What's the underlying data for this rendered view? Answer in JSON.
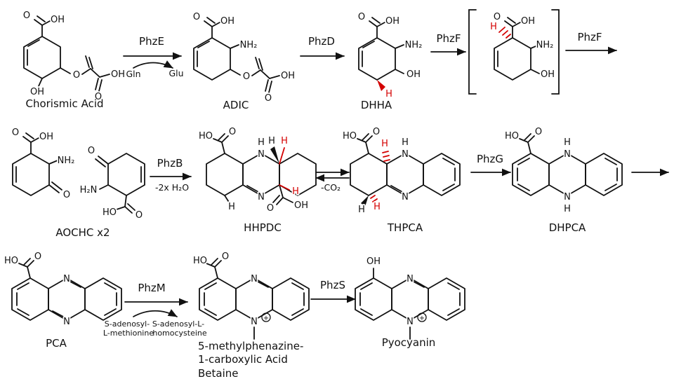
{
  "colors": {
    "ink": "#111111",
    "highlight": "#d40000",
    "background": "#ffffff"
  },
  "compounds": {
    "chorismic": {
      "label": "Chorismic Acid",
      "atoms": {
        "cooh_o": "O",
        "cooh_oh": "OH",
        "ring_oh": "OH",
        "ether_o": "O",
        "acid_oh": "OH",
        "acid_o": "O"
      }
    },
    "adic": {
      "label": "ADIC",
      "atoms": {
        "cooh_o": "O",
        "cooh_oh": "OH",
        "nh2": "NH₂",
        "ether_o": "O",
        "acid_oh": "OH",
        "acid_o": "O"
      }
    },
    "dhha": {
      "label": "DHHA",
      "atoms": {
        "cooh_o": "O",
        "cooh_oh": "OH",
        "nh2": "NH₂",
        "oh": "OH",
        "h_red": "H"
      }
    },
    "intermediate": {
      "atoms": {
        "cooh_o": "O",
        "cooh_oh": "OH",
        "h_red": "H",
        "nh2": "NH₂",
        "oh": "OH"
      }
    },
    "aochc": {
      "label": "AOCHC x2",
      "a": {
        "cooh_o": "O",
        "cooh_oh": "OH",
        "nh2": "NH₂",
        "ketone_o": "O"
      },
      "b": {
        "ketone_o": "O",
        "h2n": "H₂N",
        "cooh_ho": "HO",
        "cooh_o": "O"
      }
    },
    "hhpdc": {
      "label": "HHPDC",
      "atoms": {
        "cooh1_ho": "HO",
        "cooh1_o": "O",
        "n_top": "N",
        "nh_h": "H",
        "n_bottom": "N",
        "h_top": "H",
        "h_top_red": "H",
        "h_right_red": "H",
        "cooh2_o": "O",
        "cooh2_oh": "OH",
        "h_bottom": "H"
      }
    },
    "thpca": {
      "label": "THPCA",
      "atoms": {
        "cooh_ho": "HO",
        "cooh_o": "O",
        "n_top": "N",
        "nh_h": "H",
        "n_bottom": "N",
        "h_top_red": "H",
        "h_bottom": "H",
        "h_bottom_red": "H"
      }
    },
    "dhpca": {
      "label": "DHPCA",
      "atoms": {
        "cooh_ho": "HO",
        "cooh_o": "O",
        "n_top": "N",
        "nh_top_h": "H",
        "n_bottom": "N",
        "nh_bottom_h": "H"
      }
    },
    "pca": {
      "label": "PCA",
      "atoms": {
        "cooh_ho": "HO",
        "cooh_o": "O",
        "n_top": "N",
        "n_bottom": "N"
      }
    },
    "mpca": {
      "label_lines": [
        "5-methylphenazine-",
        "1-carboxylic Acid",
        "Betaine"
      ],
      "atoms": {
        "cooh_ho": "HO",
        "cooh_o": "O",
        "n_top": "N",
        "n_bottom": "N",
        "charge": "+"
      }
    },
    "pyocyanin": {
      "label": "Pyocyanin",
      "atoms": {
        "oh": "OH",
        "n_top": "N",
        "n_bottom": "N",
        "charge": "+"
      }
    }
  },
  "reactions": {
    "phzE": {
      "enzyme": "PhzE",
      "cofactor_in": "Gln",
      "cofactor_out": "Glu"
    },
    "phzD": {
      "enzyme": "PhzD"
    },
    "phzF1": {
      "enzyme": "PhzF"
    },
    "phzF2": {
      "enzyme": "PhzF"
    },
    "phzB": {
      "enzyme": "PhzB",
      "byproduct": "-2x H₂O"
    },
    "decarboxylation": {
      "byproduct": "-CO₂"
    },
    "phzG": {
      "enzyme": "PhzG"
    },
    "phzM": {
      "enzyme": "PhzM",
      "cofactor_in_lines": [
        "S-adenosyl-",
        "L-methionine"
      ],
      "cofactor_out_lines": [
        "S-adenosyl-L-",
        "homocysteine"
      ]
    },
    "phzS": {
      "enzyme": "PhzS"
    }
  }
}
